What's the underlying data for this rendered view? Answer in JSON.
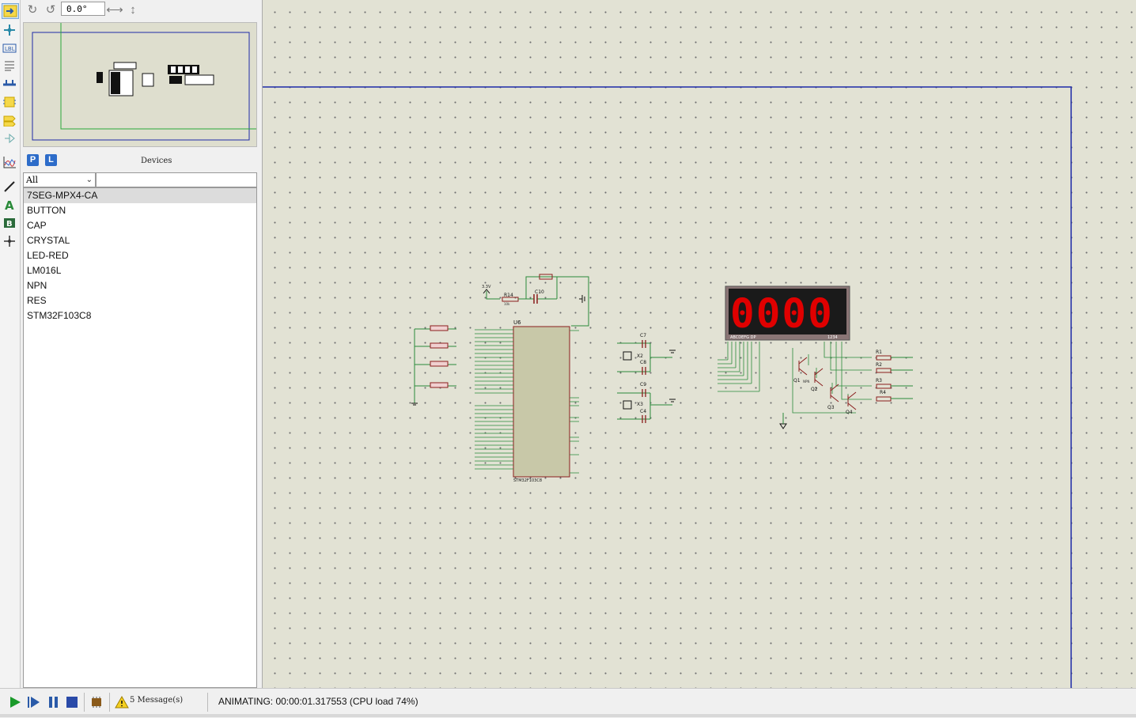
{
  "toolbar": {
    "angle_value": "0.0°"
  },
  "tools": [
    "selection-icon",
    "component-icon",
    "junction-dot-icon",
    "wire-label-icon",
    "text-script-icon",
    "bus-icon",
    "subcircuit-icon",
    "terminal-icon",
    "device-pin-icon",
    "graph-icon",
    "line-icon",
    "text-icon",
    "symbol-icon",
    "marker-icon"
  ],
  "devices": {
    "title": "Devices",
    "pick_label": "P",
    "library_label": "L",
    "filter_value": "All",
    "items": [
      "7SEG-MPX4-CA",
      "BUTTON",
      "CAP",
      "CRYSTAL",
      "LED-RED",
      "LM016L",
      "NPN",
      "RES",
      "STM32F103C8"
    ],
    "selected": "7SEG-MPX4-CA"
  },
  "schematic": {
    "mcu_ref": "U6",
    "mcu_part": "STM32F103C8",
    "display_digits": "0000",
    "display_segment_color": "#e00000",
    "display_pin_labels": "ABCDEFG  DP",
    "display_common_labels": "1234",
    "resistor_refs": [
      "R14",
      "R1",
      "R2",
      "R3",
      "R4"
    ],
    "cap_refs": [
      "C10",
      "C7",
      "C8",
      "C9",
      "C4"
    ],
    "crystal_refs": [
      "X2",
      "X3"
    ],
    "transistor_refs": [
      "Q1",
      "Q2",
      "Q3",
      "Q4"
    ],
    "transistor_type": "NPN",
    "supply_label": "3.3V"
  },
  "status": {
    "message_count": "5 Message(s)",
    "animation_text": "ANIMATING: 00:00:01.317553 (CPU load 74%)"
  }
}
